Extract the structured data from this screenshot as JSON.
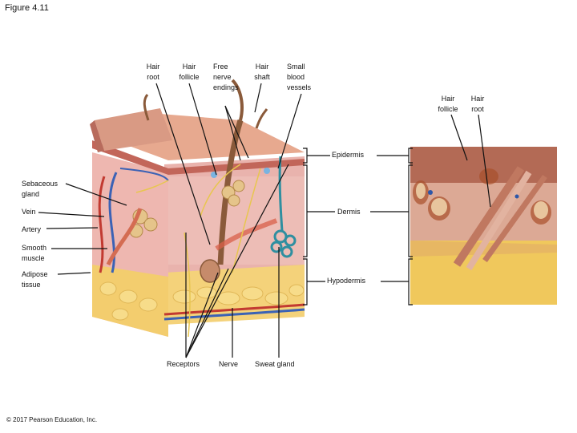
{
  "figure_title": "Figure 4.11",
  "copyright": "© 2017 Pearson Education, Inc.",
  "labels_top": {
    "hair_root": "Hair\nroot",
    "hair_follicle": "Hair\nfollicle",
    "free_nerve_endings": "Free\nnerve\nendings",
    "hair_shaft": "Hair\nshaft",
    "small_blood_vessels": "Small\nblood\nvessels"
  },
  "labels_left": {
    "sebaceous_gland": "Sebaceous\ngland",
    "vein": "Vein",
    "artery": "Artery",
    "smooth_muscle": "Smooth\nmuscle",
    "adipose_tissue": "Adipose\ntissue"
  },
  "labels_bottom": {
    "receptors": "Receptors",
    "nerve": "Nerve",
    "sweat_gland": "Sweat gland"
  },
  "layers": {
    "epidermis": "Epidermis",
    "dermis": "Dermis",
    "hypodermis": "Hypodermis"
  },
  "micrograph_labels": {
    "hair_follicle": "Hair\nfollicle",
    "hair_root": "Hair\nroot"
  }
}
